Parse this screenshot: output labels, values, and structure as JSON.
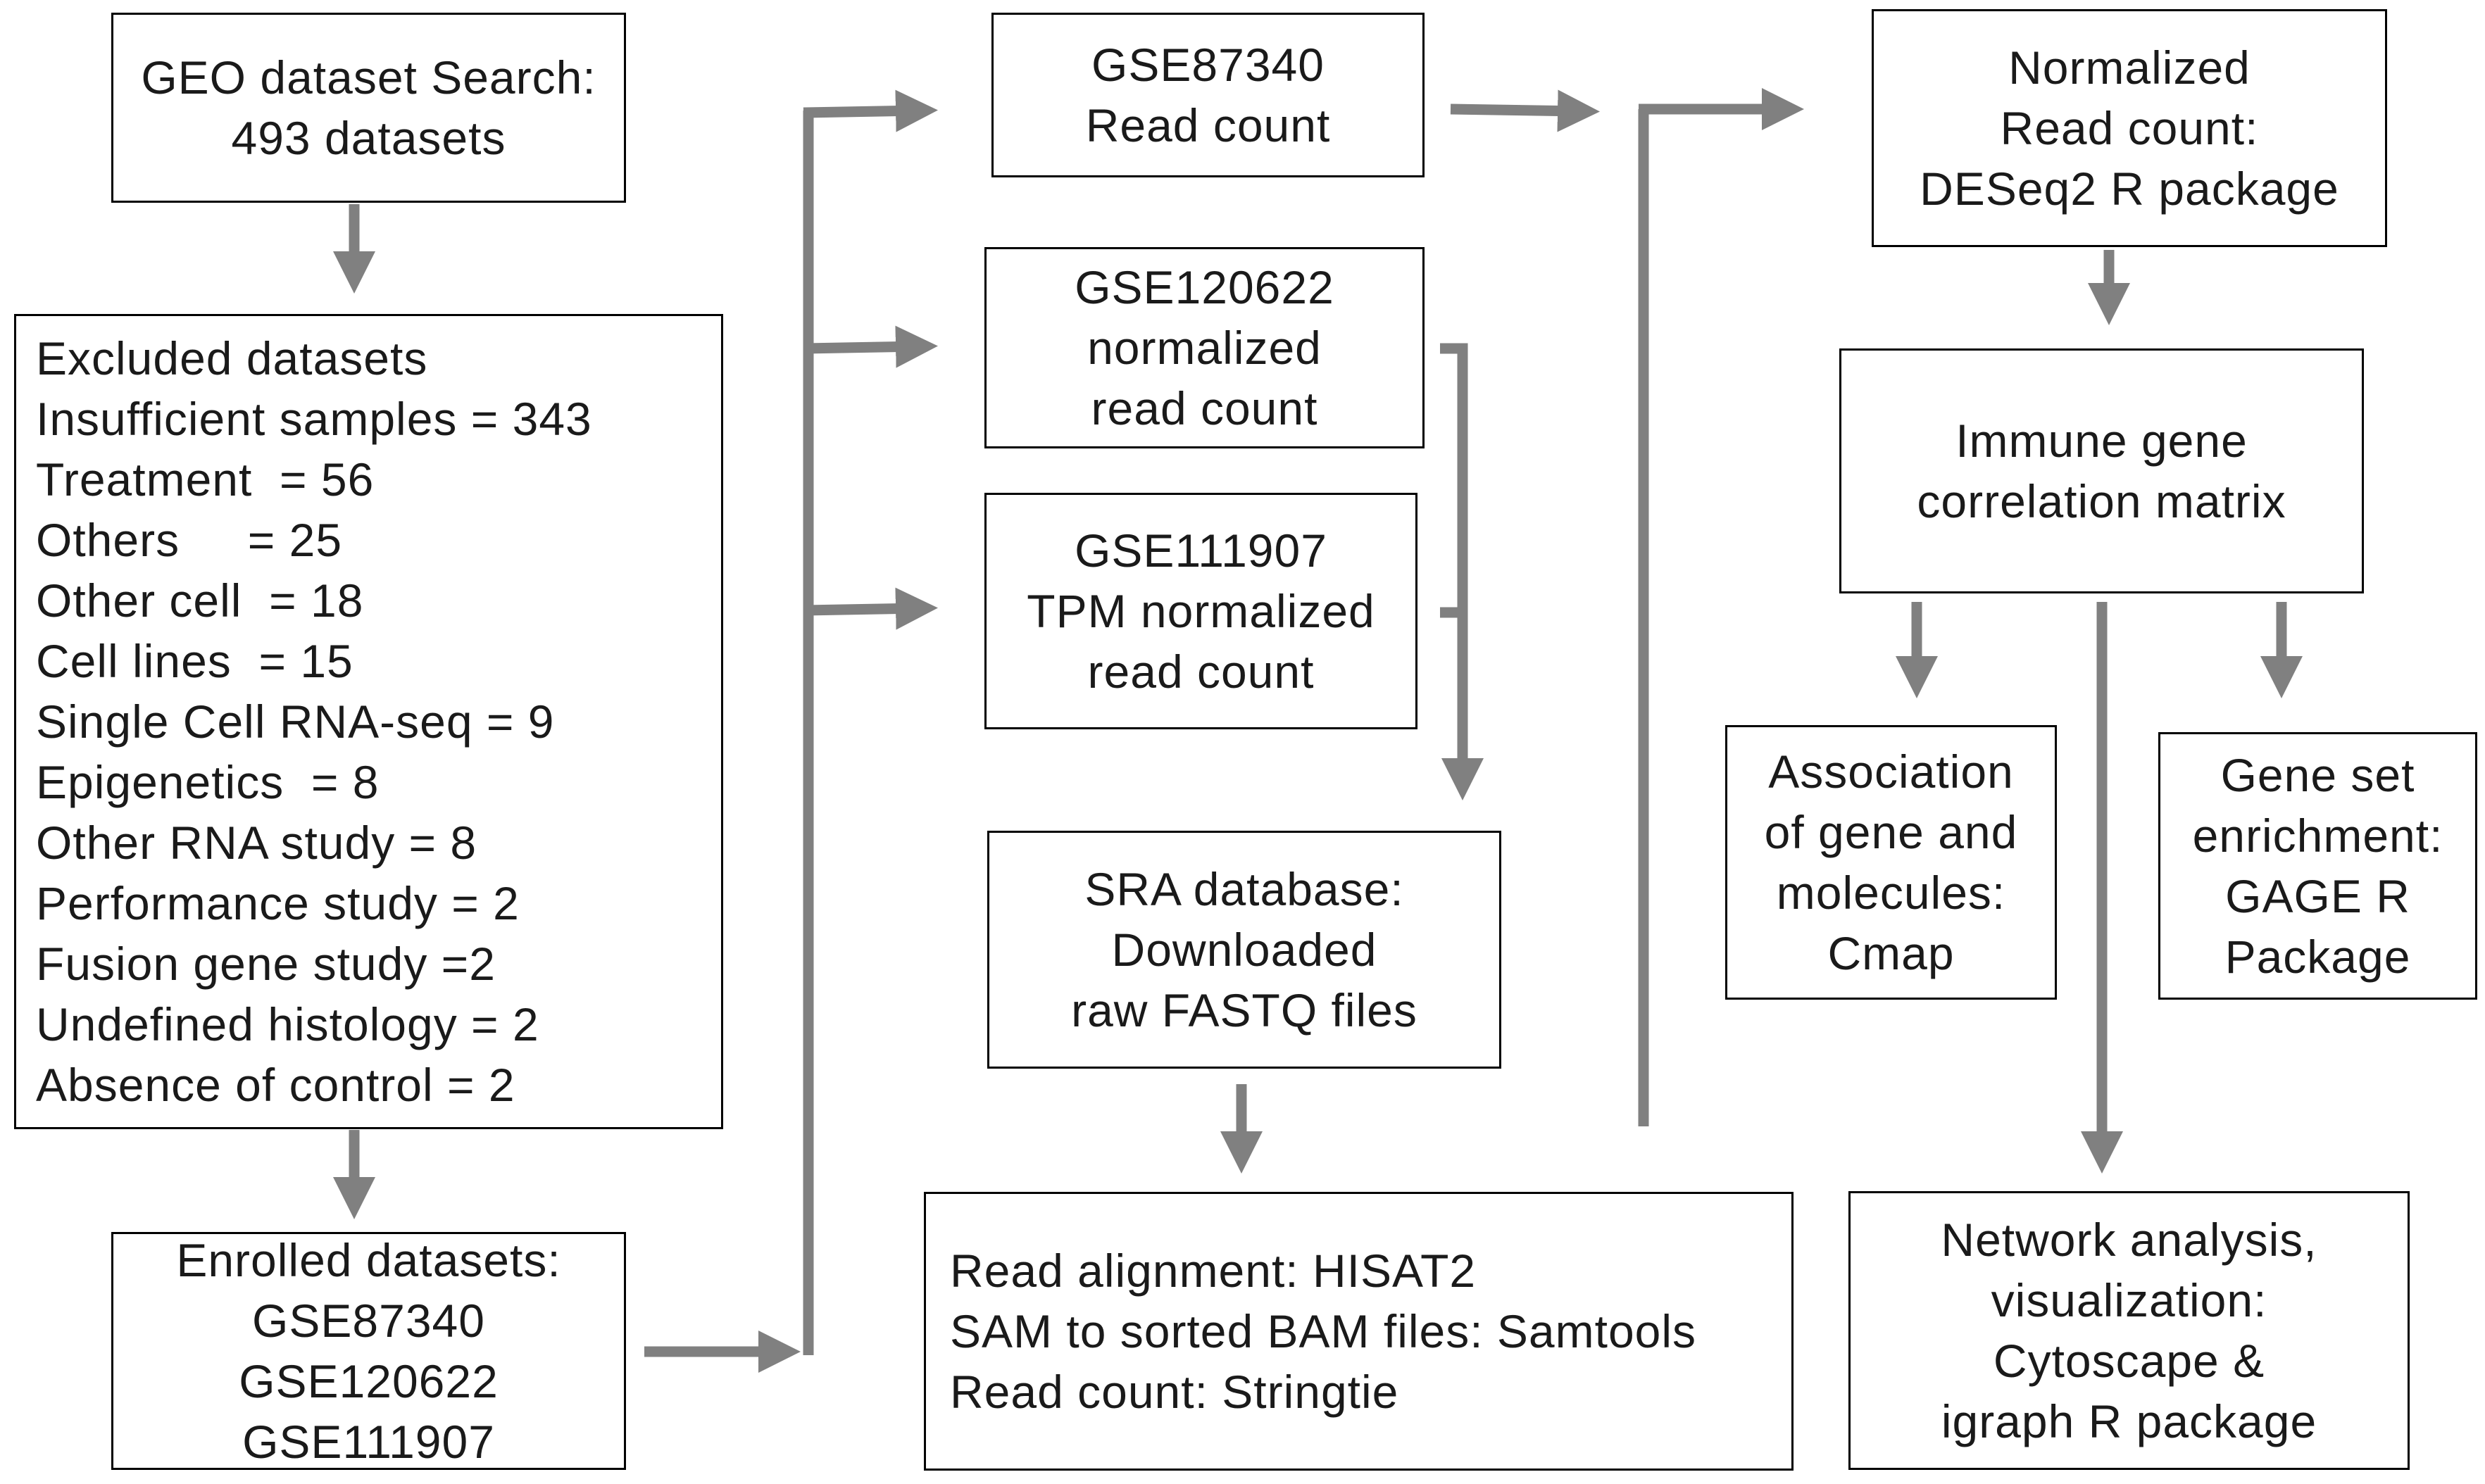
{
  "colors": {
    "arrow": "#808080",
    "border": "#000000",
    "text": "#1a1a1a",
    "background": "#ffffff"
  },
  "boxes": {
    "geo_search": {
      "lines": [
        "GEO dataset Search:",
        "493 datasets"
      ]
    },
    "excluded": {
      "lines": [
        "Excluded datasets",
        "Insufficient samples = 343",
        "Treatment  = 56",
        "Others     = 25",
        "Other cell  = 18",
        "Cell lines  = 15",
        "Single Cell RNA-seq = 9",
        "Epigenetics  = 8",
        "Other RNA study = 8",
        "Performance study = 2",
        "Fusion gene study =2",
        "Undefined histology = 2",
        "Absence of control = 2"
      ]
    },
    "enrolled": {
      "lines": [
        "Enrolled datasets:",
        "GSE87340",
        "GSE120622",
        "GSE111907"
      ]
    },
    "gse87340": {
      "lines": [
        "GSE87340",
        "Read count"
      ]
    },
    "gse120622": {
      "lines": [
        "GSE120622",
        "normalized",
        "read count"
      ]
    },
    "gse111907": {
      "lines": [
        "GSE111907",
        "TPM normalized",
        "read count"
      ]
    },
    "sra": {
      "lines": [
        "SRA database:",
        "Downloaded",
        "raw FASTQ files"
      ]
    },
    "alignment": {
      "lines": [
        "Read alignment: HISAT2",
        "SAM to sorted BAM files: Samtools",
        "Read count: Stringtie"
      ]
    },
    "normalized": {
      "lines": [
        "Normalized",
        "Read count:",
        "DESeq2 R package"
      ]
    },
    "immune_matrix": {
      "lines": [
        "Immune gene",
        "correlation matrix"
      ]
    },
    "cmap": {
      "lines": [
        "Association",
        "of gene and",
        "molecules:",
        "Cmap"
      ]
    },
    "gage": {
      "lines": [
        "Gene set",
        "enrichment:",
        "GAGE R",
        "Package"
      ]
    },
    "network": {
      "lines": [
        "Network analysis,",
        "visualization:",
        "Cytoscape &",
        "igraph R package"
      ]
    }
  }
}
